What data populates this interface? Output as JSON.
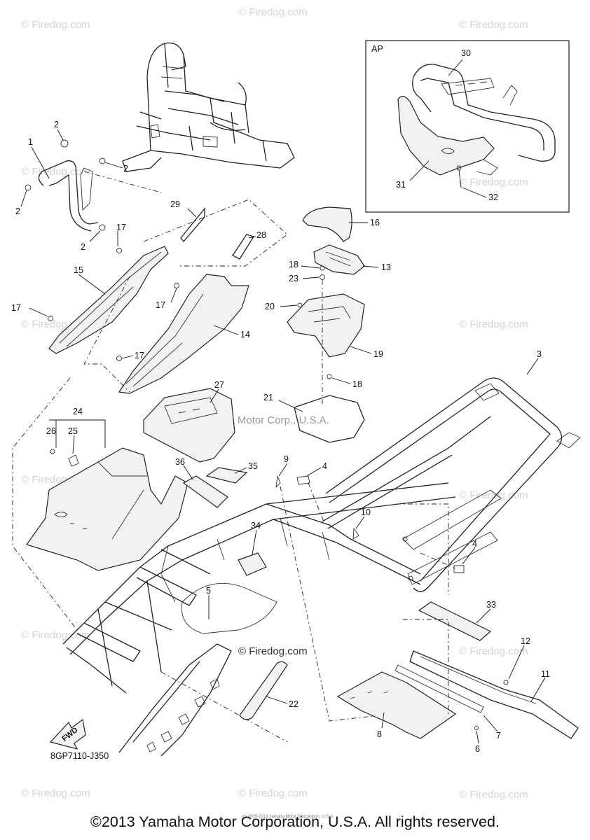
{
  "watermark_text": "© Firedog.com",
  "inner_watermark": "© Firedog.com",
  "stamp_text": "Yamaha Motor Corp., U.S.A.",
  "inset_label": "AP",
  "diagram_code": "8GP7110-J350",
  "fwd_label": "FWD",
  "small_print": "(c) 2005-2013 Yamaha Motor Corporation, U.S.A.",
  "copyright": "©2013 Yamaha Motor Corporation, U.S.A. All rights reserved.",
  "callouts": {
    "c1": "1",
    "c2a": "2",
    "c2b": "2",
    "c2c": "2",
    "c2d": "2",
    "c3": "3",
    "c4a": "4",
    "c4b": "4",
    "c5": "5",
    "c6": "6",
    "c7": "7",
    "c8": "8",
    "c9": "9",
    "c10": "10",
    "c11": "11",
    "c12": "12",
    "c13": "13",
    "c14": "14",
    "c15": "15",
    "c16": "16",
    "c17a": "17",
    "c17b": "17",
    "c17c": "17",
    "c17d": "17",
    "c18a": "18",
    "c18b": "18",
    "c19": "19",
    "c20": "20",
    "c21": "21",
    "c22": "22",
    "c23": "23",
    "c24": "24",
    "c25": "25",
    "c26": "26",
    "c27": "27",
    "c28": "28",
    "c29": "29",
    "c30": "30",
    "c31": "31",
    "c32": "32",
    "c33": "33",
    "c34": "34",
    "c35": "35",
    "c36": "36"
  }
}
